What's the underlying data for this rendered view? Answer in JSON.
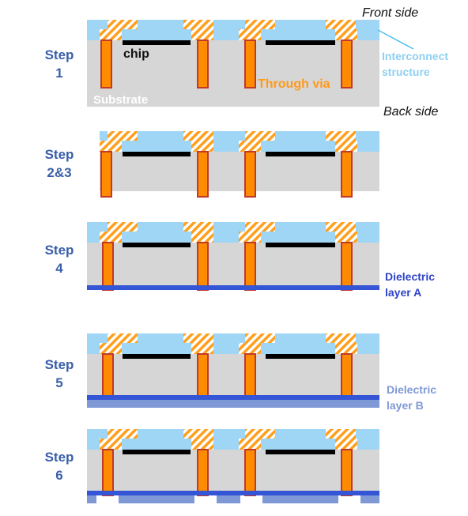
{
  "steps": [
    {
      "line1": "Step",
      "line2": "1"
    },
    {
      "line1": "Step",
      "line2": "2&3"
    },
    {
      "line1": "Step",
      "line2": "4"
    },
    {
      "line1": "Step",
      "line2": "5"
    },
    {
      "line1": "Step",
      "line2": "6"
    }
  ],
  "labels": {
    "front_side": "Front side",
    "back_side": "Back side",
    "interconnect_1": "Interconnect",
    "interconnect_2": "structure",
    "chip": "chip",
    "through_via": "Through via",
    "substrate": "Substrate",
    "dielectric_a_1": "Dielectric",
    "dielectric_a_2": "layer A",
    "dielectric_b_1": "Dielectric",
    "dielectric_b_2": "layer B"
  },
  "colors": {
    "interconnect": "#9fd6f5",
    "substrate": "#d6d6d6",
    "via": "#ff8c00",
    "via_liner": "#c0392b",
    "chip": "#000000",
    "dielectric_a": "#3355d6",
    "dielectric_b": "#7f98d6",
    "step_label": "#3a5fa8"
  }
}
